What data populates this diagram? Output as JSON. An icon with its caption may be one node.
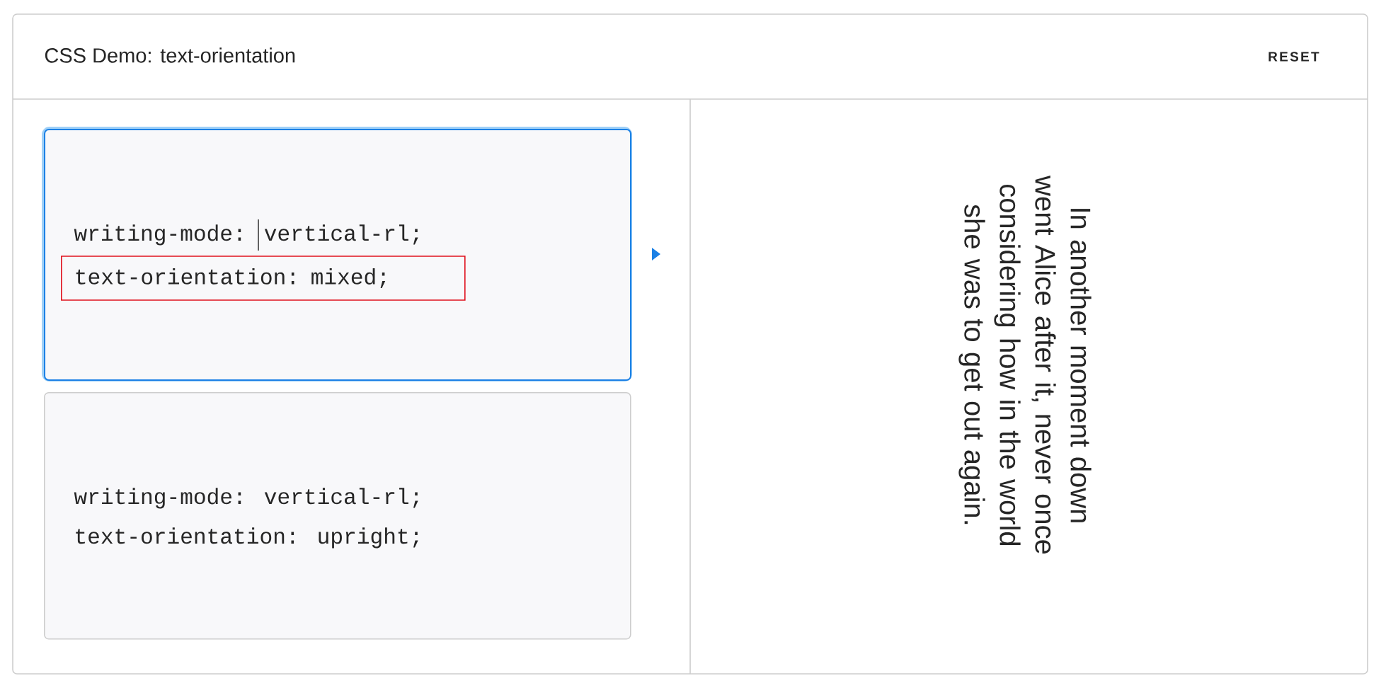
{
  "diagram": {
    "title": "CSS Demo: text-orientation",
    "nodes": [
      {
        "text": [
          "writing-mode: vertical-rl;"
        ]
      },
      {
        "text": [
          "text-orientation: mixed;"
        ],
        "in": 0
      },
      {
        "text": [
          "writing-mode: vertical-rl;",
          "text-orientation: upright;"
        ]
      },
      {
        "text": [
          "In another moment down went Alice after it, never once considering how in the world she was to get out again."
        ]
      }
    ],
    "labels": [
      "RESET"
    ]
  }
}
